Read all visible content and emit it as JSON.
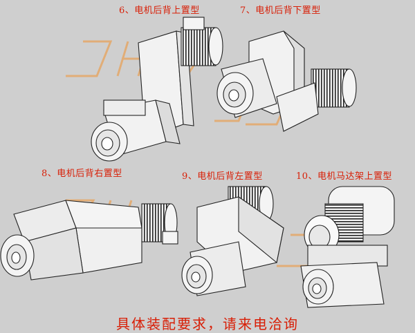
{
  "labels": {
    "mount_6": "6、电机后背上置型",
    "mount_7": "7、电机后背下置型",
    "mount_8": "8、电机后背右置型",
    "mount_9": "9、电机后背左置型",
    "mount_10": "10、电机马达架上置型"
  },
  "footer": "具体装配要求，请来电洽询",
  "watermark": "JHSJ",
  "colors": {
    "label_red": "#d81e06",
    "background": "#cfcfcf",
    "watermark_orange": "#e8a25a"
  }
}
